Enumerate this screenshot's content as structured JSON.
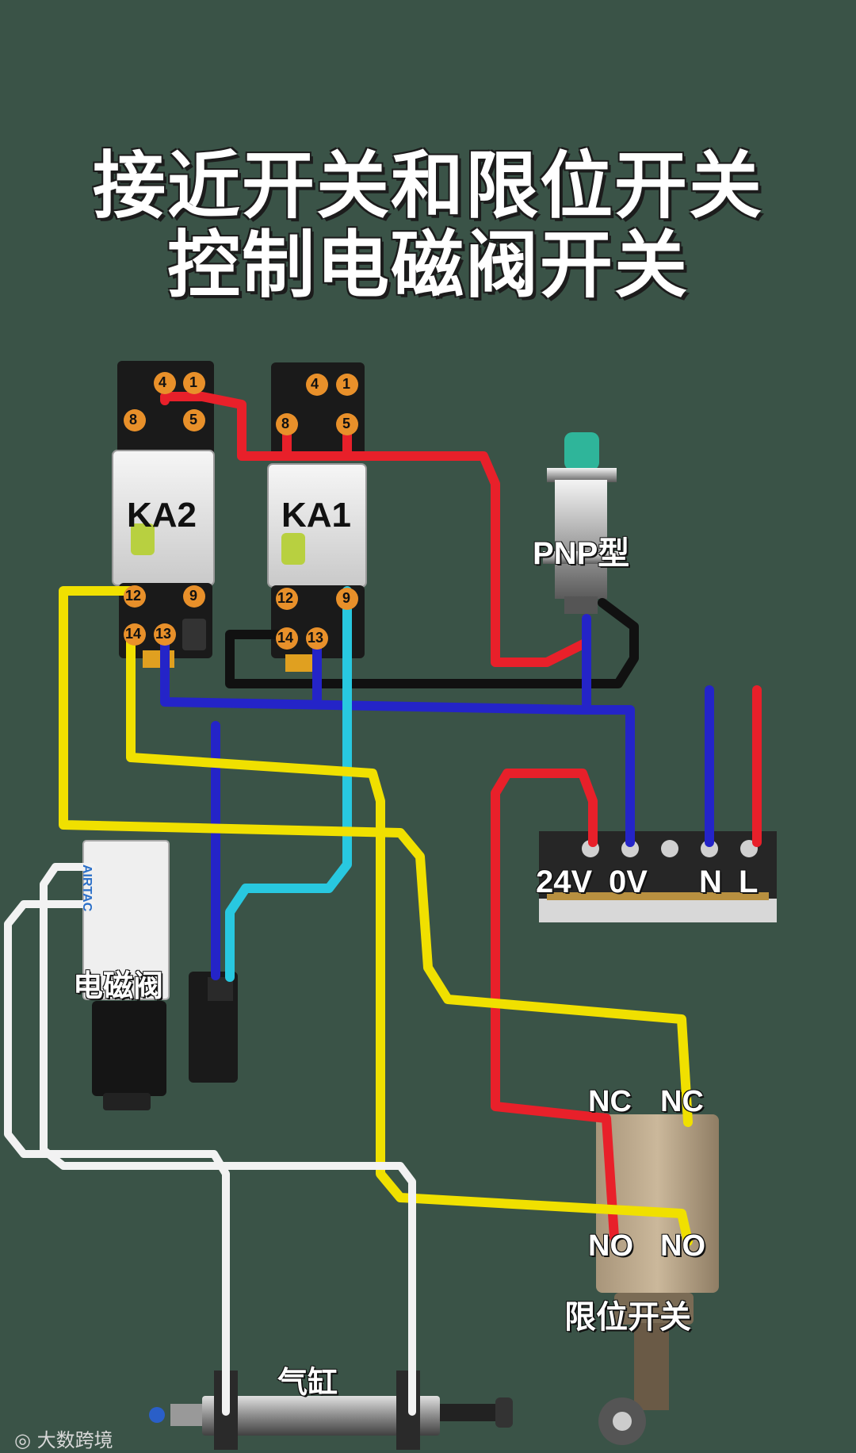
{
  "title": {
    "line1": "接近开关和限位开关",
    "line2": "控制电磁阀开关"
  },
  "relays": {
    "ka2": {
      "label": "KA2",
      "pins": [
        "4",
        "1",
        "8",
        "5",
        "12",
        "9",
        "14",
        "13"
      ]
    },
    "ka1": {
      "label": "KA1",
      "pins": [
        "4",
        "1",
        "8",
        "5",
        "12",
        "9",
        "14",
        "13"
      ]
    }
  },
  "sensor": {
    "label": "PNP型"
  },
  "power_supply": {
    "terminals": [
      "24V",
      "0V",
      "N",
      "L"
    ]
  },
  "solenoid_valve": {
    "label": "电磁阀",
    "brand": "AIRTAC"
  },
  "limit_switch": {
    "label": "限位开关",
    "nc_left": "NC",
    "nc_right": "NC",
    "no_left": "NO",
    "no_right": "NO"
  },
  "cylinder": {
    "label": "气缸"
  },
  "watermark": {
    "text": "大数跨境"
  },
  "colors": {
    "red": "#e8202a",
    "blue": "#2424c8",
    "yellow": "#f0e000",
    "cyan": "#28c8e0",
    "black": "#111111",
    "white": "#f2f2f2",
    "background": "#3a5347"
  }
}
